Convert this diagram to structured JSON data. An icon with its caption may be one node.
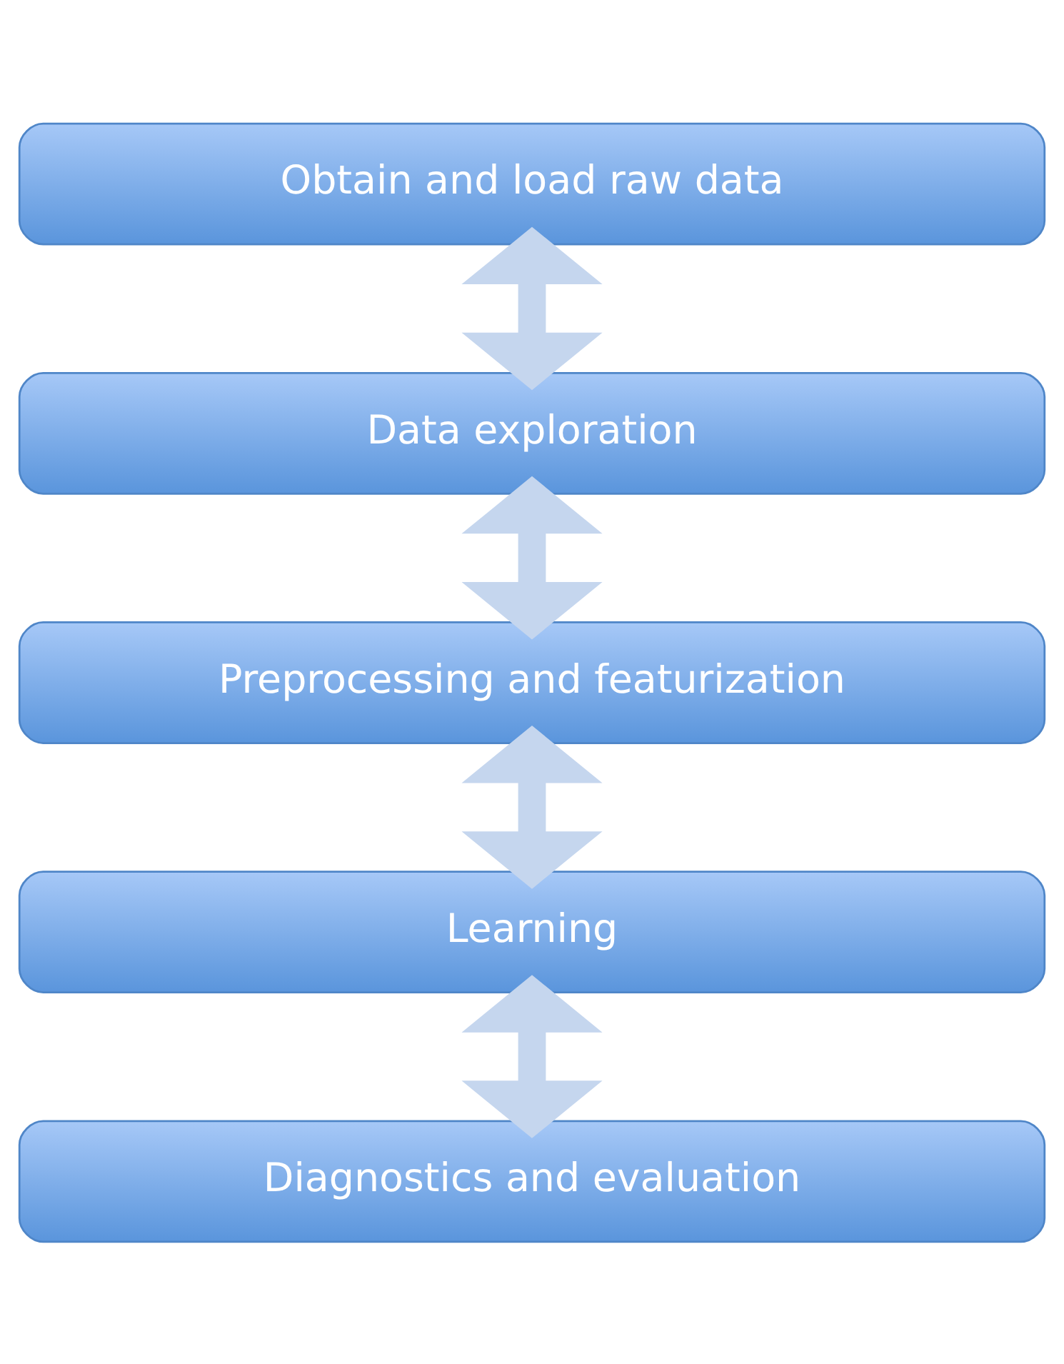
{
  "diagram": {
    "nodes": [
      {
        "text": [
          "Obtain and load raw data"
        ]
      },
      {
        "text": [
          "Data exploration"
        ]
      },
      {
        "text": [
          "Preprocessing and featurization"
        ]
      },
      {
        "text": [
          "Learning"
        ]
      },
      {
        "text": [
          "Diagnostics and evaluation"
        ]
      }
    ],
    "edges": [
      {
        "from": 0,
        "to": 1,
        "arrow": "both"
      },
      {
        "from": 1,
        "to": 2,
        "arrow": "both"
      },
      {
        "from": 2,
        "to": 3,
        "arrow": "both"
      },
      {
        "from": 3,
        "to": 4,
        "arrow": "both"
      }
    ]
  }
}
